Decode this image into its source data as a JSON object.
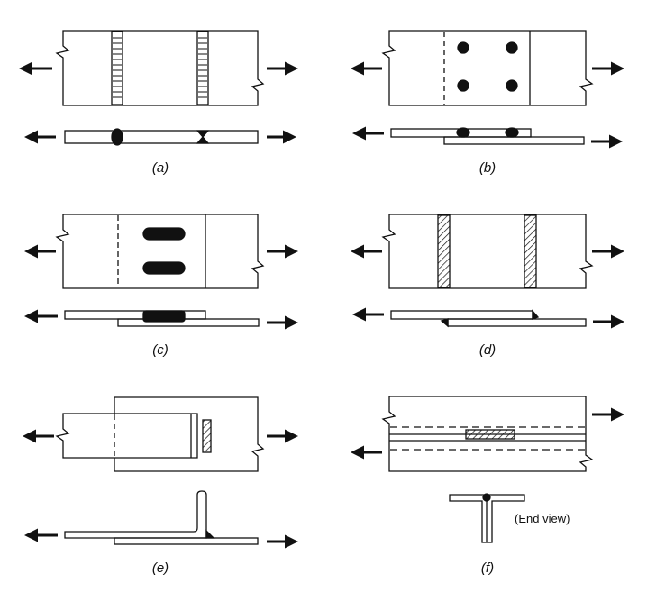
{
  "labels": {
    "a": "(a)",
    "b": "(b)",
    "c": "(c)",
    "d": "(d)",
    "e": "(e)",
    "f": "(f)"
  },
  "annotation": {
    "end_view": "(End view)"
  },
  "colors": {
    "stroke": "#111111",
    "weld": "#111111",
    "background": "#ffffff"
  },
  "icons": [
    "arrow-left-icon",
    "arrow-right-icon",
    "weld-bead",
    "spot-weld",
    "slot-weld",
    "fillet-weld-hatch"
  ]
}
